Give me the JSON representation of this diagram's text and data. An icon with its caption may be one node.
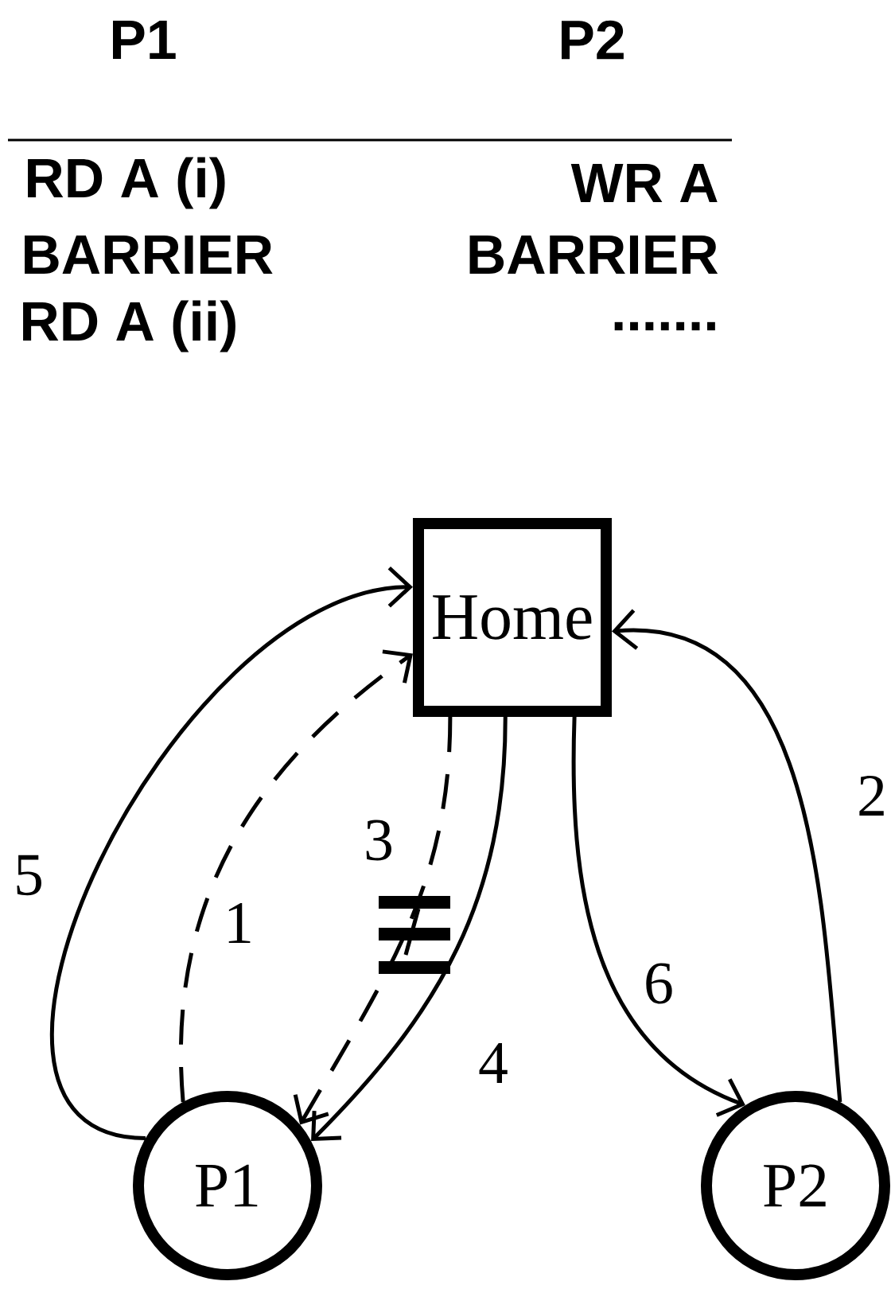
{
  "diagram": {
    "nodes": [
      {
        "text": [
          "Home"
        ]
      },
      {
        "text": [
          "P1"
        ]
      },
      {
        "text": [
          "P2"
        ]
      }
    ],
    "edges": [
      {
        "from": 1,
        "to": 0,
        "arrow": "to",
        "label": "1",
        "style": "dashed"
      },
      {
        "from": 2,
        "to": 0,
        "arrow": "to",
        "label": "2"
      },
      {
        "from": 0,
        "to": 1,
        "arrow": "to",
        "label": "3",
        "style": "dashed"
      },
      {
        "from": 0,
        "to": 1,
        "arrow": "to",
        "label": "4"
      },
      {
        "from": 1,
        "to": 0,
        "arrow": "to",
        "label": "5"
      },
      {
        "from": 0,
        "to": 2,
        "arrow": "to",
        "label": "6"
      }
    ],
    "labels": [
      "P1",
      "P2",
      "RD A (i)",
      "WR A",
      "BARRIER",
      "BARRIER",
      "RD A (ii)",
      "......."
    ]
  }
}
